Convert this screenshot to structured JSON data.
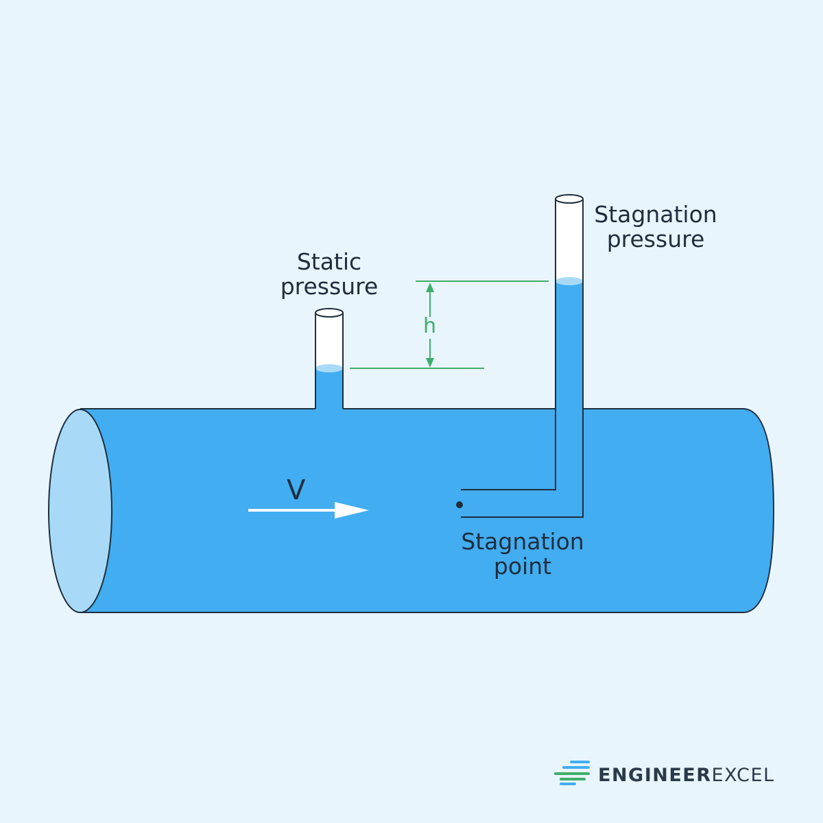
{
  "labels": {
    "static_pressure": [
      "Static",
      "pressure"
    ],
    "stagnation_pressure": [
      "Stagnation",
      "pressure"
    ],
    "stagnation_point": [
      "Stagnation",
      "point"
    ],
    "height": "h",
    "velocity": "V"
  },
  "brand": {
    "part1": "ENGINEER",
    "part2": "EXCEL"
  },
  "colors": {
    "background": "#e8f5fd",
    "pipe_fill": "#42adf0",
    "pipe_face": "#a8daf7",
    "outline": "#1f2d3d",
    "measure": "#3fae6a",
    "tube_empty": "#ffffff",
    "meniscus": "#a8daf7"
  }
}
